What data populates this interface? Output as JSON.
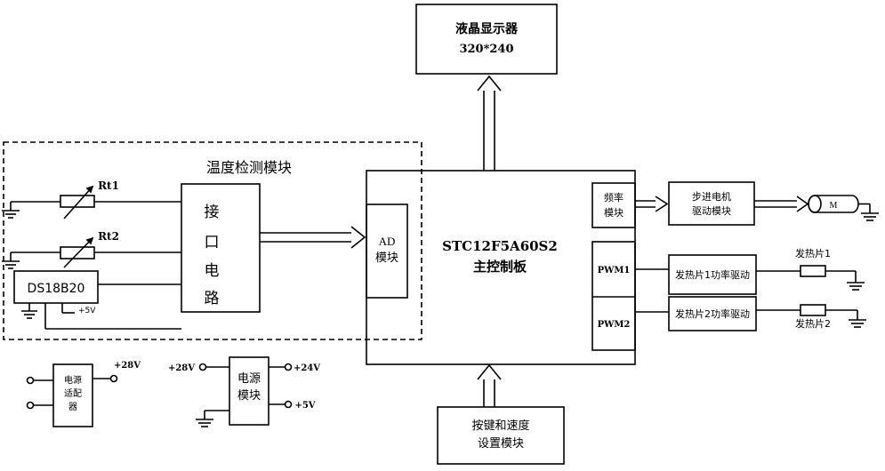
{
  "lcd": {
    "line1": "液晶显示器",
    "line2": "320*240"
  },
  "temp_module": {
    "title": "温度检测模块"
  },
  "rt1": "Rt1",
  "rt2": "Rt2",
  "ds18b20": "DS18B20",
  "plus5v_small": "+5V",
  "interface": {
    "c1": "接",
    "c2": "口",
    "c3": "电",
    "c4": "路"
  },
  "ad": {
    "line1": "AD",
    "line2": "模块"
  },
  "main_board": {
    "line1": "STC12F5A60S2",
    "line2": "主控制板"
  },
  "freq": {
    "line1": "频率",
    "line2": "模块"
  },
  "pwm1": "PWM1",
  "pwm2": "PWM2",
  "stepper": {
    "line1": "步进电机",
    "line2": "驱动模块"
  },
  "motor": "M",
  "heater1_driver": "发热片1功率驱动",
  "heater2_driver": "发热片2功率驱动",
  "heater1": "发热片1",
  "heater2": "发热片2",
  "adapter": {
    "line1": "电源",
    "line2": "适配",
    "line3": "器",
    "out": "+28V"
  },
  "power_module": {
    "line1": "电源",
    "line2": "模块",
    "in": "+28V",
    "out1": "+24V",
    "out2": "+5V"
  },
  "keys": {
    "line1": "按键和速度",
    "line2": "设置模块"
  }
}
